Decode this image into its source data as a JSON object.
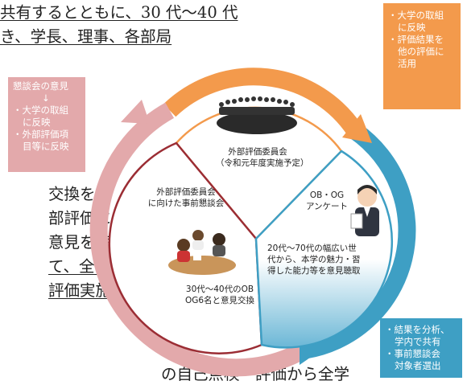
{
  "background_text": {
    "line1": "共有するとともに、30 代〜40 代",
    "line2": "き、学長、理事、各部局",
    "line3": "交換を",
    "line4": "部評価に",
    "line5": "意見を聴取",
    "line6": "て、全学計",
    "line7": "評価実施要領",
    "line8": "の自己点検・評価から全学"
  },
  "boxes": {
    "top_right": [
      "・大学の取組",
      "に反映",
      "・評価結果を",
      "他の評価に",
      "活用"
    ],
    "left": [
      "懇談会の意見",
      "↓",
      "・大学の取組",
      "に反映",
      "・外部評価項",
      "目等に反映"
    ],
    "bottom_right": [
      "・結果を分析、",
      "学内で共有",
      "・事前懇談会",
      "対象者選出"
    ]
  },
  "segments": {
    "top": {
      "label_1": "外部評価委員会",
      "label_2": "（令和元年度実施予定）"
    },
    "left": {
      "label_1": "外部評価委員会",
      "label_2": "に向けた事前懇談会",
      "caption_1": "30代〜40代のOB",
      "caption_2": "OG6名と意見交換"
    },
    "right": {
      "label_1": "OB・OG",
      "label_2": "アンケート",
      "caption_1": "20代〜70代の幅広い世",
      "caption_2": "代から、本学の魅力・習",
      "caption_3": "得した能力等を意見聴取"
    }
  },
  "colors": {
    "orange": "#f39a4c",
    "pink": "#e3a9ab",
    "teal": "#3e9fc4",
    "dark_red": "#9b2d34"
  },
  "icons": [
    "audience-icon",
    "meeting-icon",
    "person-with-document-icon"
  ]
}
